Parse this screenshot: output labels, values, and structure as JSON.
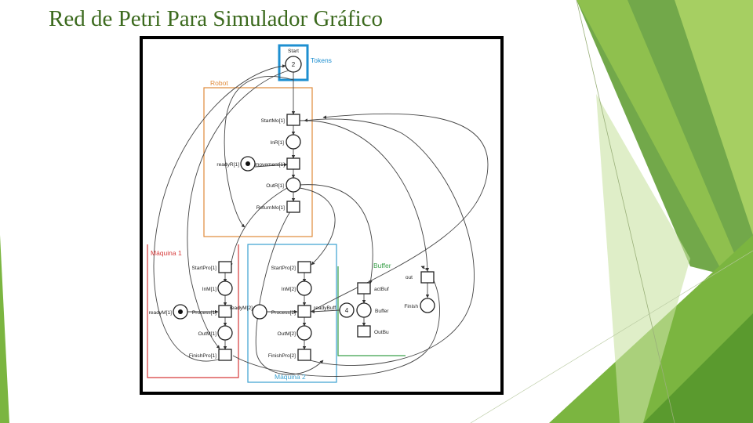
{
  "slide": {
    "title": "Red de Petri Para Simulador Gráfico"
  },
  "colors": {
    "title": "#3c6a1e",
    "robot": "#e08a3a",
    "machine1": "#d63a3a",
    "machine2": "#3aa0d0",
    "buffer": "#3aa04a",
    "tokens": "#1e8fd0"
  },
  "diagram": {
    "start": {
      "label": "Start",
      "tokens": "2",
      "tokens_label": "Tokens"
    },
    "robot": {
      "title": "Robot",
      "start_move": "StartMo[1]",
      "in_robot": "InR[1]",
      "ready": "readyR[1]",
      "movement": "movement[1]",
      "out_robot": "OutR[1]",
      "return_move": "ReturnMo[1]"
    },
    "machine1": {
      "title": "Máquina 1",
      "start_process": "StartPro[1]",
      "in_machine": "InM[1]",
      "ready": "readyM[1]",
      "process": "Process[1]",
      "out_machine": "OutM[1]",
      "finish_process": "FinishPro[1]"
    },
    "machine2": {
      "title": "Máquina 2",
      "start_process": "StartPro[2]",
      "in_machine": "InM[2]",
      "ready": "readyM[2]",
      "process": "Process[2]",
      "out_machine": "OutM[2]",
      "finish_process": "FinishPro[2]"
    },
    "buffer": {
      "title": "Buffer",
      "ready": "readyBuff",
      "tokens": "4",
      "act": "actBuf",
      "place": "Buffer",
      "out": "OutBu"
    },
    "exit": {
      "out": "out",
      "finish": "Finish"
    }
  }
}
